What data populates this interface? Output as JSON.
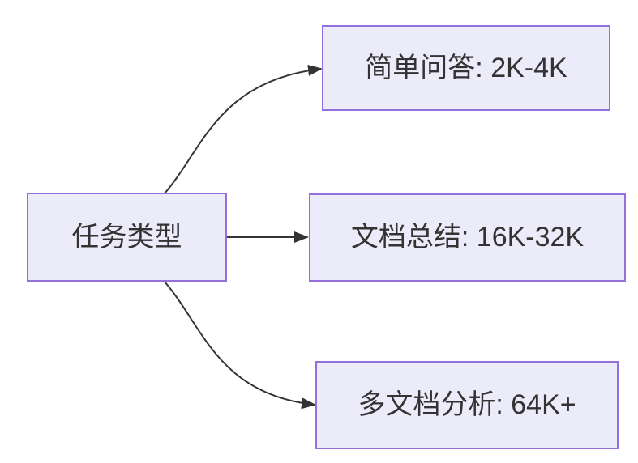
{
  "diagram": {
    "type": "flowchart",
    "direction": "left-to-right",
    "root": {
      "label": "任务类型"
    },
    "branches": [
      {
        "label": "简单问答: 2K-4K"
      },
      {
        "label": "文档总结: 16K-32K"
      },
      {
        "label": "多文档分析: 64K+"
      }
    ],
    "edges": [
      {
        "from": "任务类型",
        "to": "简单问答: 2K-4K"
      },
      {
        "from": "任务类型",
        "to": "文档总结: 16K-32K"
      },
      {
        "from": "任务类型",
        "to": "多文档分析: 64K+"
      }
    ],
    "colors": {
      "node_fill": "#ECEBFA",
      "node_border": "#9370DB",
      "edge": "#333333",
      "text": "#333333",
      "background": "#FFFFFF"
    }
  }
}
